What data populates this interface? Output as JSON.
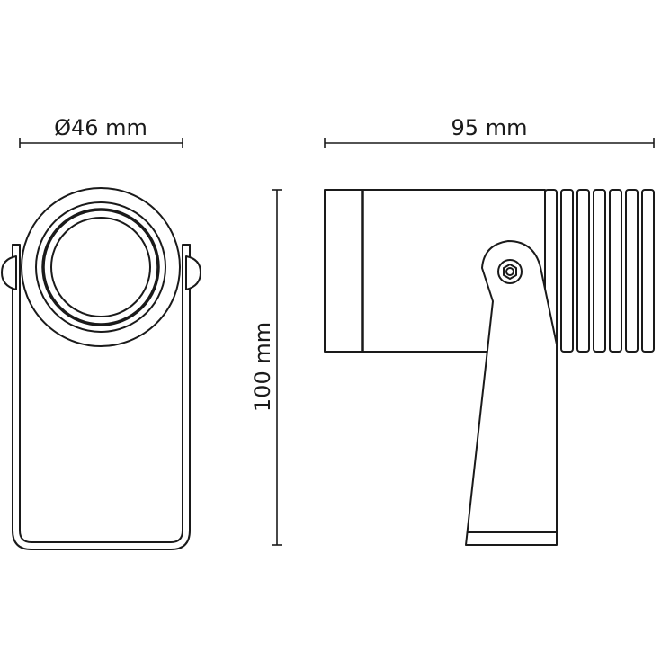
{
  "dimensions": {
    "diameter": "Ø46 mm",
    "length": "95 mm",
    "height": "100 mm"
  },
  "colors": {
    "line": "#1a1a1a",
    "background": "#ffffff"
  }
}
